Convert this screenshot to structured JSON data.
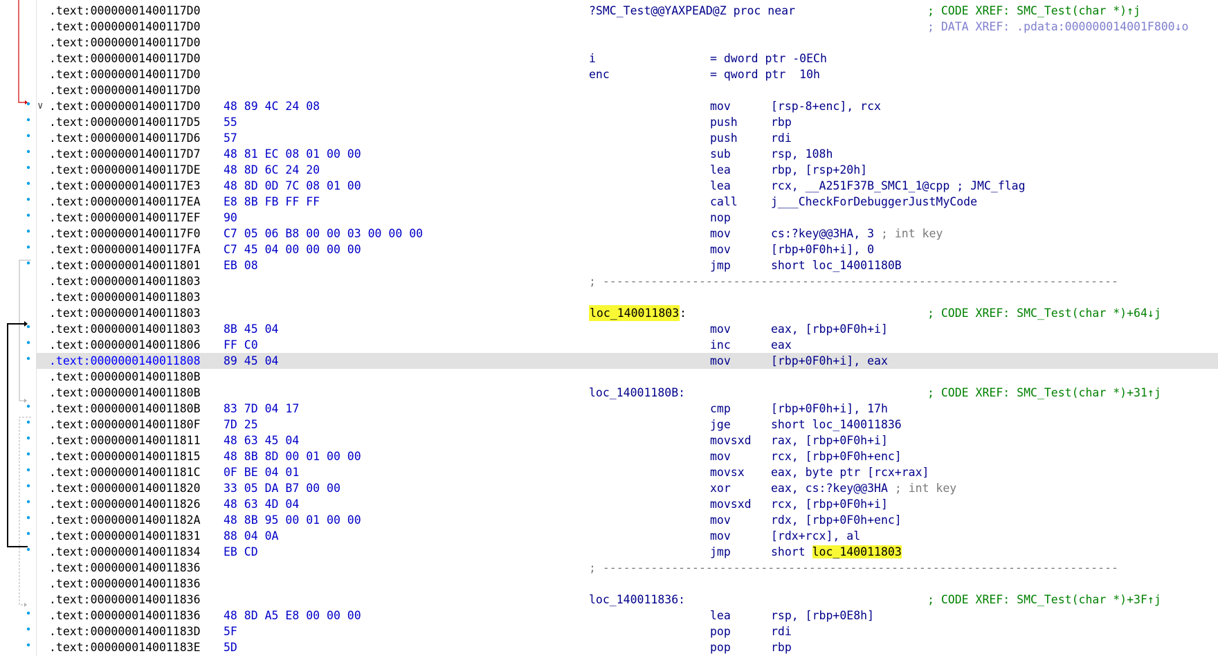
{
  "colors": {
    "text": "#000000",
    "bytes": "#0000c8",
    "operand": "#00008a",
    "comment": "#008000",
    "data_xref": "#7f7fcf",
    "gray_comment": "#7a7a7a",
    "label_highlight": "#f8f835",
    "row_highlight": "#e1e1e1",
    "arrow_red": "#d00000",
    "dot_blue": "#00a0e8"
  },
  "rows": [
    {
      "addr": ".text:00000001400117D0",
      "bytes": "",
      "label": "?SMC_Test@@YAXPEAD@Z proc near",
      "mnem": "",
      "ops": "",
      "cmt": "; CODE XREF: SMC_Test(char *)↑j"
    },
    {
      "addr": ".text:00000001400117D0",
      "cmt_data": "; DATA XREF: .pdata:000000014001F800↓o"
    },
    {
      "addr": ".text:00000001400117D0"
    },
    {
      "addr": ".text:00000001400117D0",
      "var": "i",
      "eq": "= dword ptr -0ECh"
    },
    {
      "addr": ".text:00000001400117D0",
      "var": "enc",
      "eq": "= qword ptr  10h"
    },
    {
      "addr": ".text:00000001400117D0"
    },
    {
      "addr": ".text:00000001400117D0",
      "bytes": "48 89 4C 24 08",
      "mnem": "mov",
      "ops": "[rsp-8+enc], rcx",
      "fold": "∨"
    },
    {
      "addr": ".text:00000001400117D5",
      "bytes": "55",
      "mnem": "push",
      "ops": "rbp"
    },
    {
      "addr": ".text:00000001400117D6",
      "bytes": "57",
      "mnem": "push",
      "ops": "rdi"
    },
    {
      "addr": ".text:00000001400117D7",
      "bytes": "48 81 EC 08 01 00 00",
      "mnem": "sub",
      "ops": "rsp, 108h"
    },
    {
      "addr": ".text:00000001400117DE",
      "bytes": "48 8D 6C 24 20",
      "mnem": "lea",
      "ops": "rbp, [rsp+20h]"
    },
    {
      "addr": ".text:00000001400117E3",
      "bytes": "48 8D 0D 7C 08 01 00",
      "mnem": "lea",
      "ops": "rcx, __A251F37B_SMC1_1@cpp ; JMC_flag"
    },
    {
      "addr": ".text:00000001400117EA",
      "bytes": "E8 8B FB FF FF",
      "mnem": "call",
      "ops": "j___CheckForDebuggerJustMyCode"
    },
    {
      "addr": ".text:00000001400117EF",
      "bytes": "90",
      "mnem": "nop",
      "ops": ""
    },
    {
      "addr": ".text:00000001400117F0",
      "bytes": "C7 05 06 B8 00 00 03 00 00 00",
      "mnem": "mov",
      "ops": "cs:?key@@3HA, 3",
      "inl": " ; int key"
    },
    {
      "addr": ".text:00000001400117FA",
      "bytes": "C7 45 04 00 00 00 00",
      "mnem": "mov",
      "ops": "[rbp+0F0h+i], 0"
    },
    {
      "addr": ".text:0000000140011801",
      "bytes": "EB 08",
      "mnem": "jmp",
      "ops": "short loc_14001180B"
    },
    {
      "addr": ".text:0000000140011803",
      "sep": "; ---------------------------------------------------------------------------"
    },
    {
      "addr": ".text:0000000140011803"
    },
    {
      "addr": ".text:0000000140011803",
      "label": "loc_140011803",
      "label_hi": true,
      "cmt": "; CODE XREF: SMC_Test(char *)+64↓j"
    },
    {
      "addr": ".text:0000000140011803",
      "bytes": "8B 45 04",
      "mnem": "mov",
      "ops": "eax, [rbp+0F0h+i]"
    },
    {
      "addr": ".text:0000000140011806",
      "bytes": "FF C0",
      "mnem": "inc",
      "ops": "eax"
    },
    {
      "addr": ".text:0000000140011808",
      "bytes": "89 45 04",
      "mnem": "mov",
      "ops": "[rbp+0F0h+i], eax",
      "highlight": true
    },
    {
      "addr": ".text:000000014001180B"
    },
    {
      "addr": ".text:000000014001180B",
      "label": "loc_14001180B:",
      "cmt": "; CODE XREF: SMC_Test(char *)+31↑j"
    },
    {
      "addr": ".text:000000014001180B",
      "bytes": "83 7D 04 17",
      "mnem": "cmp",
      "ops": "[rbp+0F0h+i], 17h"
    },
    {
      "addr": ".text:000000014001180F",
      "bytes": "7D 25",
      "mnem": "jge",
      "ops": "short loc_140011836"
    },
    {
      "addr": ".text:0000000140011811",
      "bytes": "48 63 45 04",
      "mnem": "movsxd",
      "ops": "rax, [rbp+0F0h+i]"
    },
    {
      "addr": ".text:0000000140011815",
      "bytes": "48 8B 8D 00 01 00 00",
      "mnem": "mov",
      "ops": "rcx, [rbp+0F0h+enc]"
    },
    {
      "addr": ".text:000000014001181C",
      "bytes": "0F BE 04 01",
      "mnem": "movsx",
      "ops": "eax, byte ptr [rcx+rax]"
    },
    {
      "addr": ".text:0000000140011820",
      "bytes": "33 05 DA B7 00 00",
      "mnem": "xor",
      "ops": "eax, cs:?key@@3HA",
      "inl": " ; int key"
    },
    {
      "addr": ".text:0000000140011826",
      "bytes": "48 63 4D 04",
      "mnem": "movsxd",
      "ops": "rcx, [rbp+0F0h+i]"
    },
    {
      "addr": ".text:000000014001182A",
      "bytes": "48 8B 95 00 01 00 00",
      "mnem": "mov",
      "ops": "rdx, [rbp+0F0h+enc]"
    },
    {
      "addr": ".text:0000000140011831",
      "bytes": "88 04 0A",
      "mnem": "mov",
      "ops": "[rdx+rcx], al"
    },
    {
      "addr": ".text:0000000140011834",
      "bytes": "EB CD",
      "mnem": "jmp",
      "ops_pre": "short ",
      "ops_hi": "loc_140011803"
    },
    {
      "addr": ".text:0000000140011836",
      "sep": "; ---------------------------------------------------------------------------"
    },
    {
      "addr": ".text:0000000140011836"
    },
    {
      "addr": ".text:0000000140011836",
      "label": "loc_140011836:",
      "cmt": "; CODE XREF: SMC_Test(char *)+3F↑j"
    },
    {
      "addr": ".text:0000000140011836",
      "bytes": "48 8D A5 E8 00 00 00",
      "mnem": "lea",
      "ops": "rsp, [rbp+0E8h]"
    },
    {
      "addr": ".text:000000014001183D",
      "bytes": "5F",
      "mnem": "pop",
      "ops": "rdi"
    },
    {
      "addr": ".text:000000014001183E",
      "bytes": "5D",
      "mnem": "pop",
      "ops": "rbp"
    }
  ]
}
